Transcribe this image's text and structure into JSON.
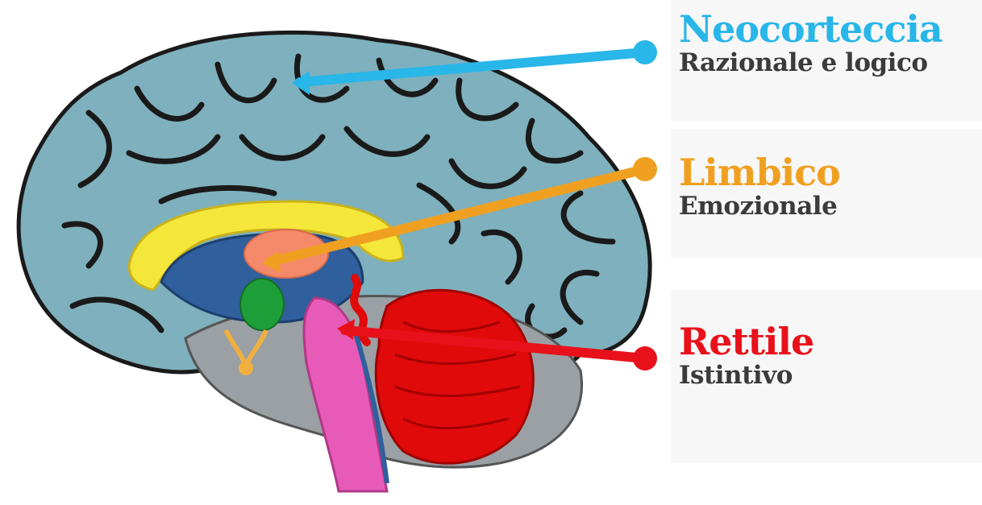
{
  "labels": [
    {
      "title": "Neocorteccia",
      "subtitle": "Razionale e logico",
      "color": "#29b6e8"
    },
    {
      "title": "Limbico",
      "subtitle": "Emozionale",
      "color": "#f0a020"
    },
    {
      "title": "Rettile",
      "subtitle": "Istintivo",
      "color": "#e8111b"
    }
  ],
  "colors": {
    "cortex": "#7fb0bd",
    "cortex_dark": "#5d8f9c",
    "fold": "#1a1a1a",
    "cerebellum": "#e00a0a",
    "brainstem": "#e85ab8",
    "inner": "#9aa0a4",
    "corpus": "#f5e63a",
    "limbic_core": "#2f5f9c",
    "amygdala": "#1e9e38",
    "thalamus": "#f58a6a"
  }
}
